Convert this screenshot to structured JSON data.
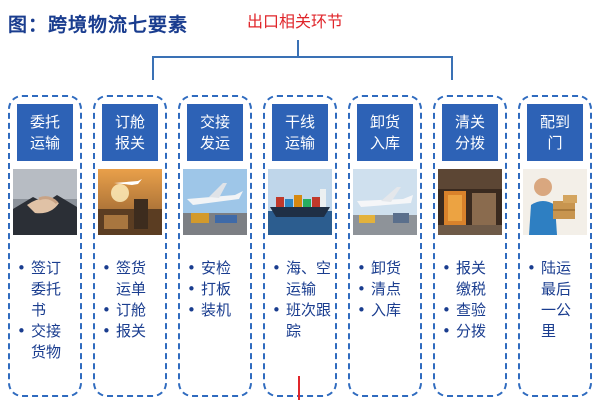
{
  "title": "图：跨境物流七要素",
  "export_label": "出口相关环节",
  "stages": [
    {
      "header": "委托\n运输",
      "photo": "handshake-photo",
      "items": [
        "签订\n委托\n书",
        "交接\n货物"
      ]
    },
    {
      "header": "订舱\n报关",
      "photo": "cargo-plane-photo",
      "items": [
        "签货\n运单",
        "订舱",
        "报关"
      ]
    },
    {
      "header": "交接\n发运",
      "photo": "airport-loading-photo",
      "items": [
        "安检",
        "打板",
        "装机"
      ]
    },
    {
      "header": "干线\n运输",
      "photo": "container-ship-photo",
      "items": [
        "海、空\n运输",
        "班次跟\n踪"
      ]
    },
    {
      "header": "卸货\n入库",
      "photo": "plane-unloading-photo",
      "items": [
        "卸货",
        "清点",
        "入库"
      ]
    },
    {
      "header": "清关\n分拨",
      "photo": "warehouse-photo",
      "items": [
        "报关\n缴税",
        "查验",
        "分拨"
      ]
    },
    {
      "header": "配到\n门",
      "photo": "delivery-courier-photo",
      "items": [
        "陆运\n最后\n一公\n里"
      ]
    }
  ],
  "colors": {
    "header_bg": "#2d62b6",
    "text": "#1a3d8f",
    "accent_red": "#e0262b",
    "border": "#2f6bbf"
  }
}
